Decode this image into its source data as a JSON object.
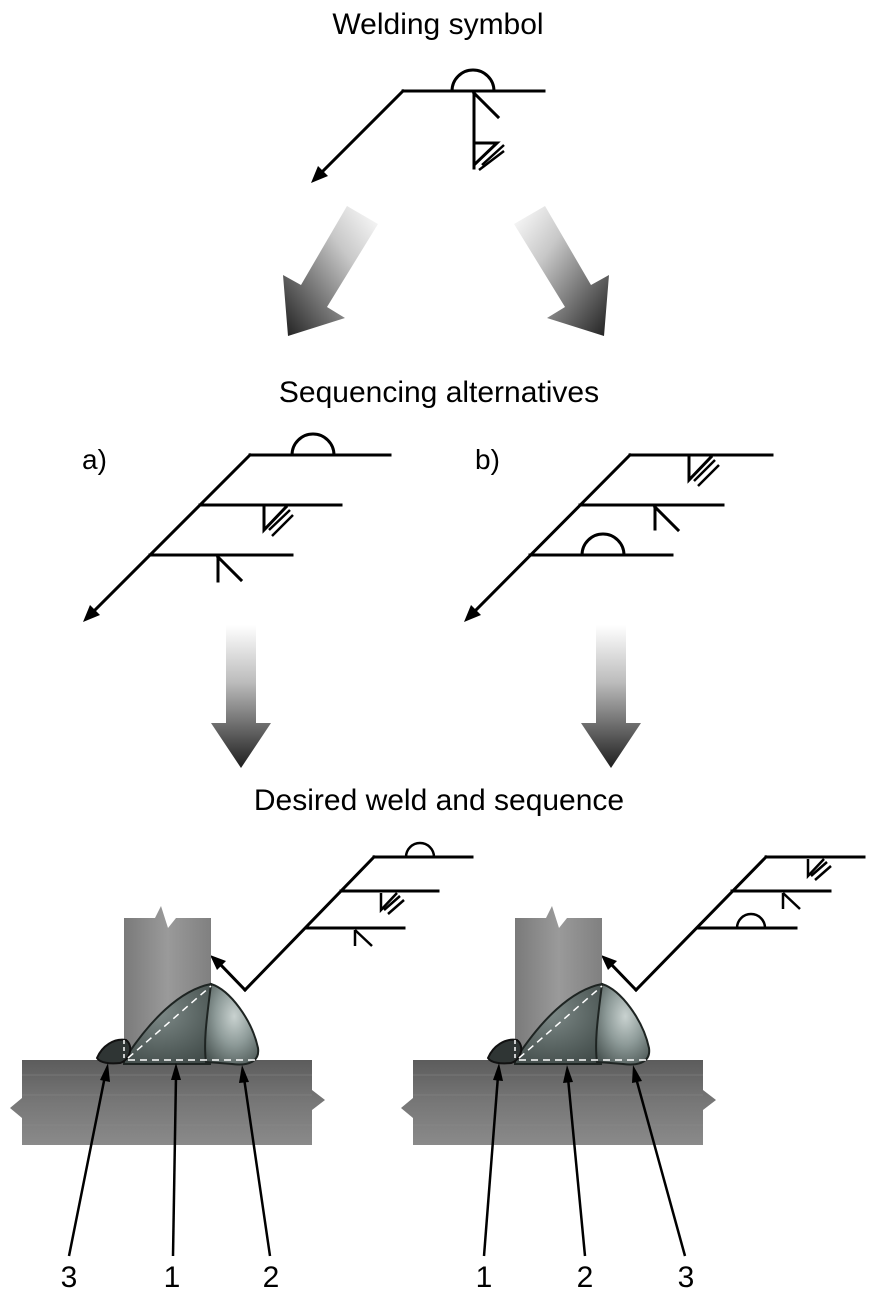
{
  "headings": {
    "top": "Welding symbol",
    "middle": "Sequencing alternatives",
    "bottom": "Desired weld and sequence"
  },
  "alternatives": {
    "a": "a)",
    "b": "b)"
  },
  "weld_labels": {
    "left": [
      "3",
      "1",
      "2"
    ],
    "right": [
      "1",
      "2",
      "3"
    ]
  },
  "colors": {
    "line": "#000000",
    "plate": "#6e6e6e",
    "bead_dark": "#4a5654",
    "bead_light": "#8a9896"
  }
}
